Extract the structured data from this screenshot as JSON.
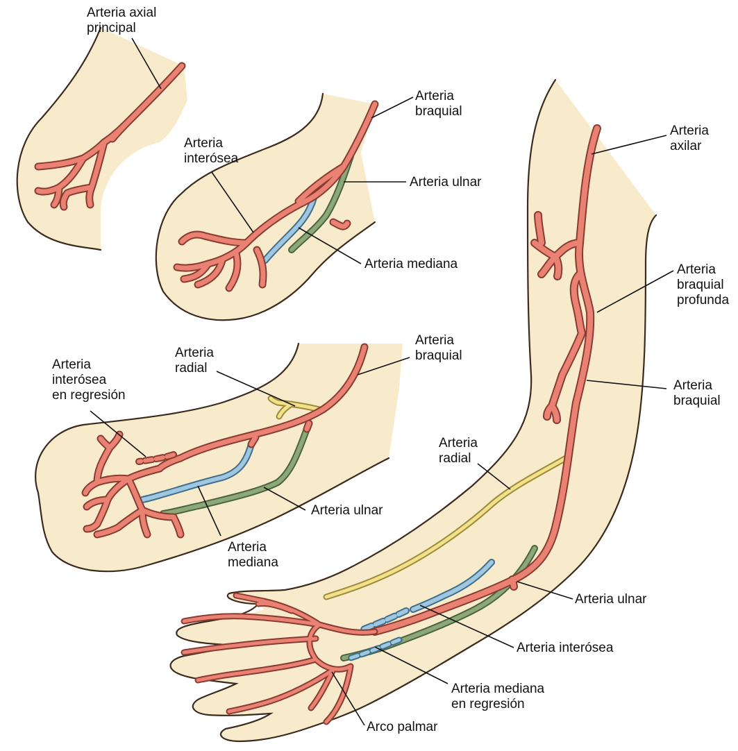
{
  "colors": {
    "skin": "#f8ebcb",
    "outline": "#3b2a1e",
    "artery_red": "#e98272",
    "artery_red_edge": "#8a3b31",
    "artery_blue": "#9fc7df",
    "artery_blue_edge": "#3f6f8c",
    "artery_green": "#8da877",
    "artery_green_edge": "#4b6440",
    "artery_yellow": "#f3e08a",
    "artery_yellow_edge": "#9b8a3a"
  },
  "labels": {
    "s1_axial": "Arteria axial\nprincipal",
    "s2_braquial": "Arteria\nbraquial",
    "s2_interosea": "Arteria\ninterósea",
    "s2_ulnar": "Arteria ulnar",
    "s2_mediana": "Arteria mediana",
    "s3_radial": "Arteria\nradial",
    "s3_braquial": "Arteria\nbraquial",
    "s3_interosea_reg": "Arteria\ninterósea\nen regresión",
    "s3_ulnar": "Arteria ulnar",
    "s3_mediana": "Arteria\nmediana",
    "s4_axilar": "Arteria\naxilar",
    "s4_braquial_profunda": "Arteria\nbraquial\nprofunda",
    "s4_braquial": "Arteria\nbraquial",
    "s4_radial": "Arteria\nradial",
    "s4_ulnar": "Arteria ulnar",
    "s4_interosea": "Arteria interósea",
    "s4_mediana_reg": "Arteria mediana\nen regresión",
    "s4_arco_palmar": "Arco palmar"
  }
}
